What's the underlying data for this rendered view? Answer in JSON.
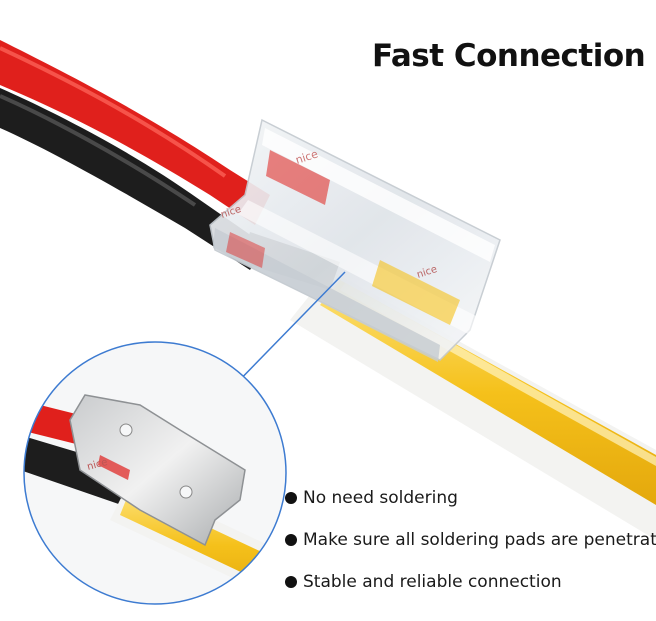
{
  "title": "Fast Connection",
  "features": [
    "No need soldering",
    "Make sure all soldering pads are penetrated",
    "Stable and reliable connection"
  ],
  "brand_mark": "nice",
  "colors": {
    "red_wire": "#e0201c",
    "black_wire": "#1d1d1d",
    "led_strip": "#f5c11b",
    "callout_line": "#3d7bd1",
    "title_text": "#111111"
  }
}
